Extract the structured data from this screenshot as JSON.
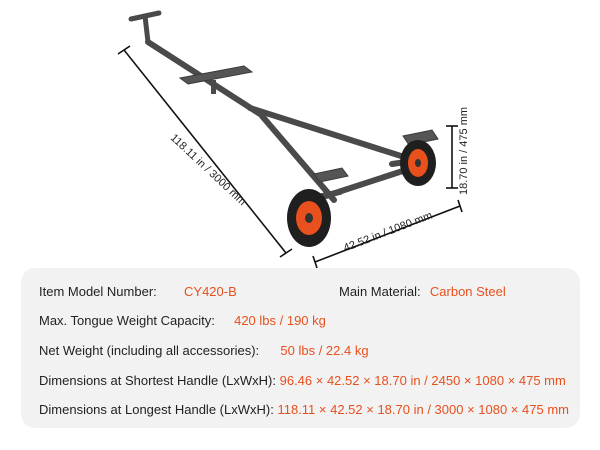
{
  "dimensions": {
    "length": "118.11 in / 3000 mm",
    "width": "42.52 in / 1080 mm",
    "height": "18.70 in / 475 mm"
  },
  "specs": {
    "model": {
      "label": "Item Model Number:",
      "value": "CY420-B"
    },
    "material": {
      "label": "Main Material:",
      "value": "Carbon Steel"
    },
    "tongue_weight": {
      "label": "Max. Tongue Weight Capacity:",
      "value": "420 lbs / 190 kg"
    },
    "net_weight": {
      "label": "Net Weight (including all accessories):",
      "value": "50 lbs / 22.4 kg"
    },
    "dims_shortest": {
      "label": "Dimensions at Shortest Handle (LxWxH):",
      "value": "96.46 × 42.52 × 18.70 in / 2450 × 1080 × 475 mm"
    },
    "dims_longest": {
      "label": "Dimensions at Longest Handle (LxWxH):",
      "value": "118.11 × 42.52 × 18.70 in / 3000 × 1080 × 475 mm"
    }
  },
  "colors": {
    "accent": "#e8501d",
    "frame": "#4a4a4a",
    "tire": "#1f1f1f",
    "panel": "#f2f2f2"
  }
}
